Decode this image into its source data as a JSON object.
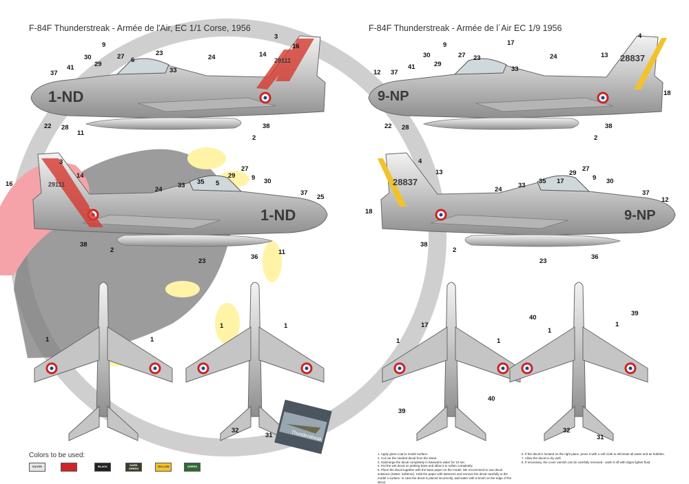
{
  "left_title": "F-84F Thunderstreak - Armée de l'Air, EC 1/1 Corse, 1956",
  "right_title": "F-84F Thunderstreak - Armée de l´Air EC 1/9 1956",
  "left_side_top": {
    "code": "1-ND",
    "serial": "29111",
    "callouts": [
      "3",
      "16",
      "14",
      "9",
      "27",
      "6",
      "23",
      "24",
      "30",
      "29",
      "41",
      "37",
      "33",
      "22",
      "28",
      "11",
      "2",
      "38"
    ]
  },
  "left_side_bottom": {
    "code": "1-ND",
    "serial": "29111",
    "callouts": [
      "3",
      "14",
      "16",
      "24",
      "33",
      "35",
      "5",
      "29",
      "27",
      "9",
      "30",
      "37",
      "25",
      "38",
      "2",
      "23",
      "36",
      "11"
    ]
  },
  "right_side_top": {
    "code": "9-NP",
    "serial": "28837",
    "callouts": [
      "9",
      "27",
      "17",
      "23",
      "33",
      "24",
      "4",
      "13",
      "30",
      "29",
      "41",
      "37",
      "12",
      "22",
      "28",
      "2",
      "38",
      "18"
    ]
  },
  "right_side_bottom": {
    "code": "9-NP",
    "serial": "28837",
    "callouts": [
      "4",
      "13",
      "18",
      "24",
      "33",
      "35",
      "17",
      "29",
      "27",
      "9",
      "30",
      "37",
      "12",
      "38",
      "2",
      "23",
      "36"
    ]
  },
  "left_plan_top": {
    "callouts": [
      "1",
      "1"
    ]
  },
  "left_plan_bottom": {
    "callouts": [
      "1",
      "1",
      "32",
      "31"
    ]
  },
  "right_plan_top": {
    "callouts": [
      "17",
      "1",
      "1",
      "39",
      "40"
    ]
  },
  "right_plan_bottom": {
    "callouts": [
      "40",
      "1",
      "1",
      "39",
      "32",
      "31"
    ]
  },
  "colors": {
    "title": "Colors to be used:",
    "items": [
      {
        "label": "SILVER",
        "hex": "#e6e6e6",
        "text": "#333"
      },
      {
        "label": "RED",
        "hex": "#d0242b",
        "text": "#d0242b"
      },
      {
        "label": "BLACK",
        "hex": "#222222",
        "text": "#fff"
      },
      {
        "label": "DARK GREEN",
        "hex": "#3b3d2c",
        "text": "#fff"
      },
      {
        "label": "YELLOW",
        "hex": "#f2c22a",
        "text": "#333"
      },
      {
        "label": "GREEN",
        "hex": "#2e6b34",
        "text": "#fff"
      }
    ]
  },
  "instructions_col1": [
    "1. Apply gloss coat to model surface.",
    "2. Cut out the needed decal from the sheet.",
    "3. Submerge the decal completely in lukewarm water for 10 sec.",
    "4. Put the wet decal on plotting base and allow it to soften completely.",
    "5. Place the decal together with the base paper on the model. We recommend to use decal solutions (Setter, Softener). Hold the paper with tweezers and remove the decal carefully to the model´s surface. In case the decal is placed incorrectly, add water with a brush on the edge of the decal."
  ],
  "instructions_col2": [
    "6. If the decal is located on the right place, press it with a soft cloth to eliminate all water and air bubbles.",
    "7. Allow the decal to dry well.",
    "8. If necessary, the cover varnish can be carefully removed - wash it off with Zippo lighter fluid."
  ],
  "box_art_title": "Thunderstreak"
}
